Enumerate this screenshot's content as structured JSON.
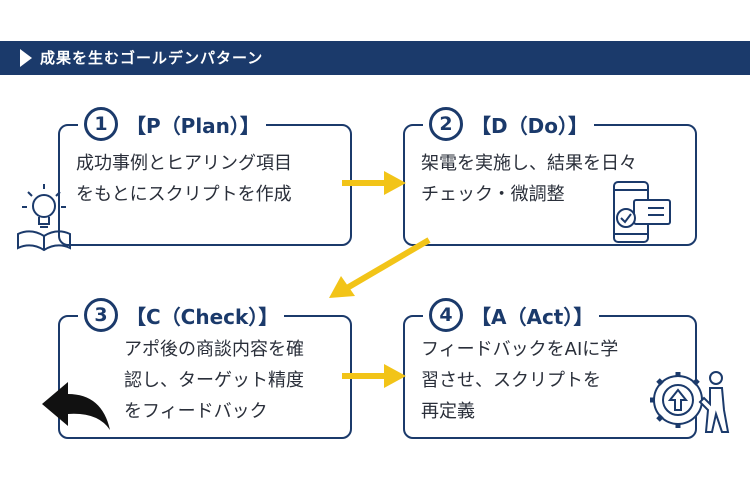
{
  "banner": {
    "title": "成果を生むゴールデンパターン"
  },
  "steps": [
    {
      "number": "1",
      "title": "【P（Plan）】",
      "line1": "成功事例とヒアリング項目",
      "line2": "をもとにスクリプトを作成",
      "line3": "",
      "icon": "lightbulb-book-icon"
    },
    {
      "number": "2",
      "title": "【D（Do）】",
      "line1": "架電を実施し、結果を日々",
      "line2": "チェック・微調整",
      "line3": "",
      "icon": "phone-checklist-icon"
    },
    {
      "number": "3",
      "title": "【C（Check）】",
      "line1": "アポ後の商談内容を確",
      "line2": "認し、ターゲット精度",
      "line3": "をフィードバック",
      "icon": "back-arrow-icon"
    },
    {
      "number": "4",
      "title": "【A（Act）】",
      "line1": "フィードバックをAIに学",
      "line2": "習させ、スクリプトを",
      "line3": "再定義",
      "icon": "gear-person-icon"
    }
  ],
  "colors": {
    "navy": "#1b3a6b",
    "arrow": "#f2c418"
  }
}
